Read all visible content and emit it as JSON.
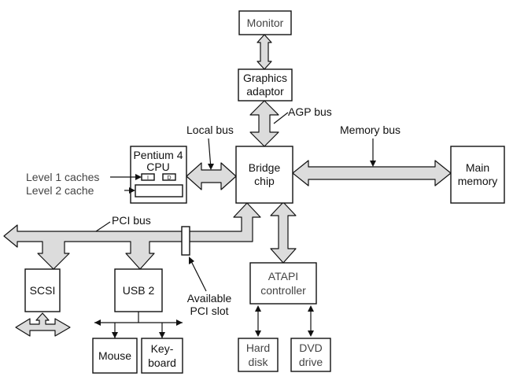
{
  "components": {
    "monitor": "Monitor",
    "graphics_adaptor": [
      "Graphics",
      "adaptor"
    ],
    "cpu": [
      "Pentium 4",
      "CPU"
    ],
    "cpu_caches": {
      "i": "I",
      "d": "D"
    },
    "bridge_chip": [
      "Bridge",
      "chip"
    ],
    "main_memory": [
      "Main",
      "memory"
    ],
    "scsi": "SCSI",
    "usb": "USB 2",
    "mouse": "Mouse",
    "keyboard": [
      "Key-",
      "board"
    ],
    "atapi": [
      "ATAPI",
      "controller"
    ],
    "hard_disk": [
      "Hard",
      "disk"
    ],
    "dvd_drive": [
      "DVD",
      "drive"
    ]
  },
  "labels": {
    "agp_bus": "AGP bus",
    "local_bus": "Local bus",
    "memory_bus": "Memory bus",
    "level1": "Level 1 caches",
    "level2": "Level 2 cache",
    "pci_bus": "PCI bus",
    "pci_slot": [
      "Available",
      "PCI slot"
    ]
  },
  "colors": {
    "bus_fill": "#dcdcdc",
    "stroke": "#111111",
    "background": "#ffffff"
  }
}
